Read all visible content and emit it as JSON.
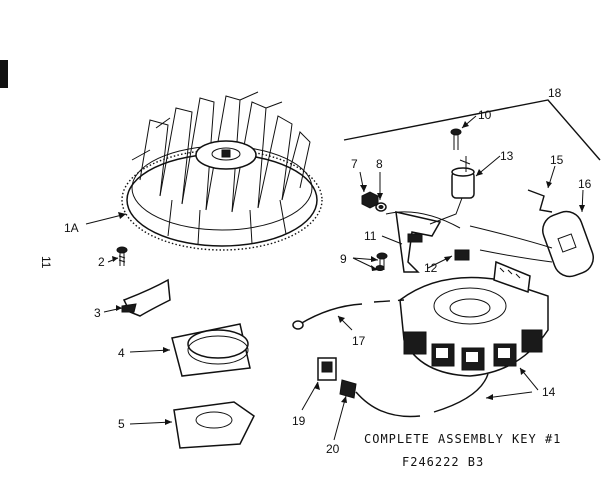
{
  "labels": {
    "l1a": "1A",
    "l2": "2",
    "l3": "3",
    "l4": "4",
    "l5": "5",
    "l7": "7",
    "l8": "8",
    "l9": "9",
    "l10": "10",
    "l11": "11",
    "l12": "12",
    "l13": "13",
    "l14": "14",
    "l15": "15",
    "l16": "16",
    "l17": "17",
    "l18": "18",
    "l19": "19",
    "l20": "20",
    "page": "11"
  },
  "caption": {
    "line1": "COMPLETE ASSEMBLY KEY #1",
    "line2": "F246222 B3"
  }
}
